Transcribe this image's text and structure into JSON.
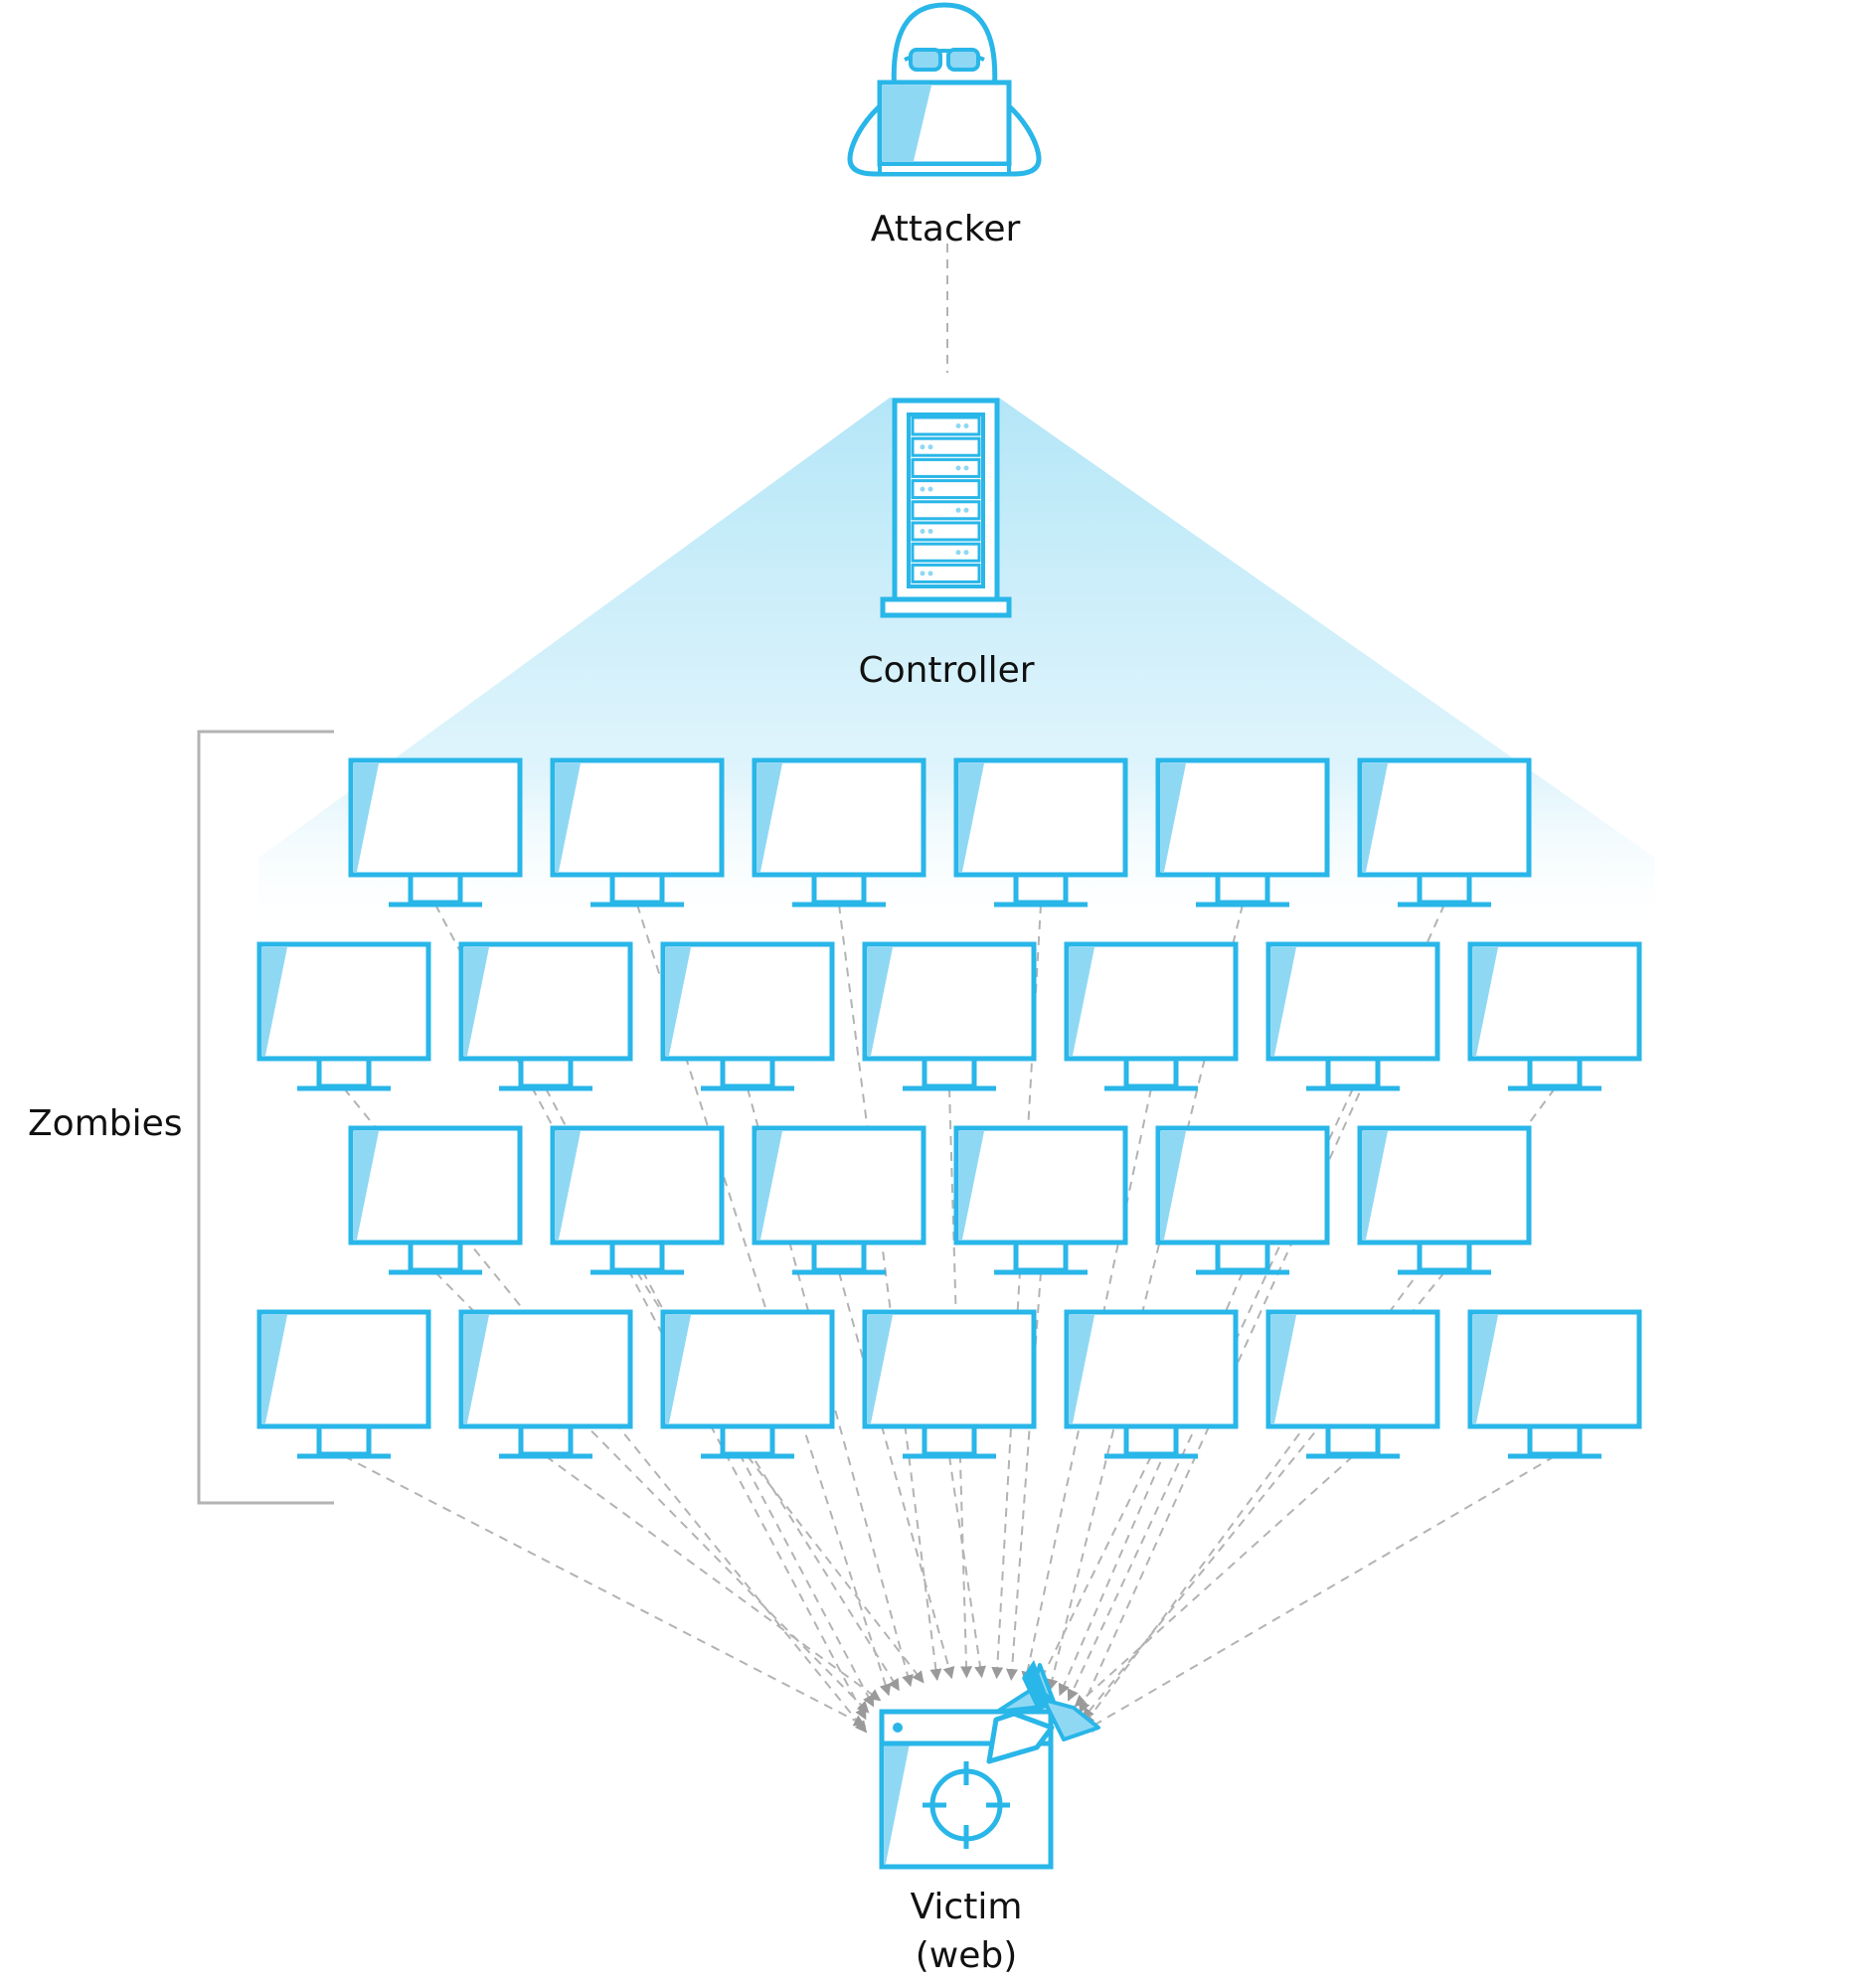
{
  "labels": {
    "attacker": "Attacker",
    "controller": "Controller",
    "zombies": "Zombies",
    "victim_line1": "Victim",
    "victim_line2": "(web)"
  },
  "zombie_rows": [
    6,
    7,
    6,
    7
  ],
  "icons": {
    "attacker": "hooded-hacker-laptop-icon",
    "controller": "server-rack-icon",
    "zombie": "desktop-monitor-icon",
    "victim": "browser-window-target-icon",
    "attack": "missile-icon"
  },
  "colors": {
    "accent": "#29b6e8",
    "accent_light": "#8fd8f4",
    "beam": "#b4e6f7",
    "connector": "#b3b3b3",
    "text": "#111111"
  }
}
